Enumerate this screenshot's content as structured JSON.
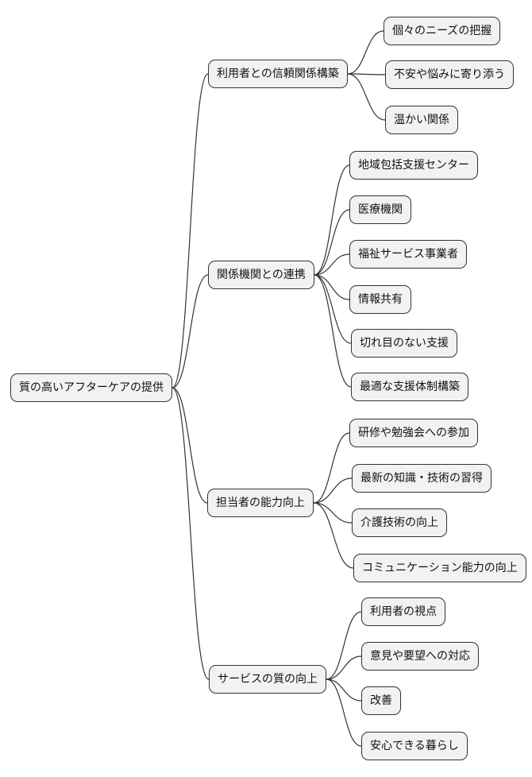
{
  "diagram": {
    "type": "mindmap",
    "root": {
      "label": "質の高いアフターケアの提供"
    },
    "branches": [
      {
        "label": "利用者との信頼関係構築",
        "children": [
          {
            "label": "個々のニーズの把握"
          },
          {
            "label": "不安や悩みに寄り添う"
          },
          {
            "label": "温かい関係"
          }
        ]
      },
      {
        "label": "関係機関との連携",
        "children": [
          {
            "label": "地域包括支援センター"
          },
          {
            "label": "医療機関"
          },
          {
            "label": "福祉サービス事業者"
          },
          {
            "label": "情報共有"
          },
          {
            "label": "切れ目のない支援"
          },
          {
            "label": "最適な支援体制構築"
          }
        ]
      },
      {
        "label": "担当者の能力向上",
        "children": [
          {
            "label": "研修や勉強会への参加"
          },
          {
            "label": "最新の知識・技術の習得"
          },
          {
            "label": "介護技術の向上"
          },
          {
            "label": "コミュニケーション能力の向上"
          }
        ]
      },
      {
        "label": "サービスの質の向上",
        "children": [
          {
            "label": "利用者の視点"
          },
          {
            "label": "意見や要望への対応"
          },
          {
            "label": "改善"
          },
          {
            "label": "安心できる暮らし"
          }
        ]
      }
    ]
  },
  "colors": {
    "background": "#ffffff",
    "node_fill": "#f2f2f2",
    "node_border": "#333333",
    "edge": "#333333",
    "text": "#111111"
  }
}
